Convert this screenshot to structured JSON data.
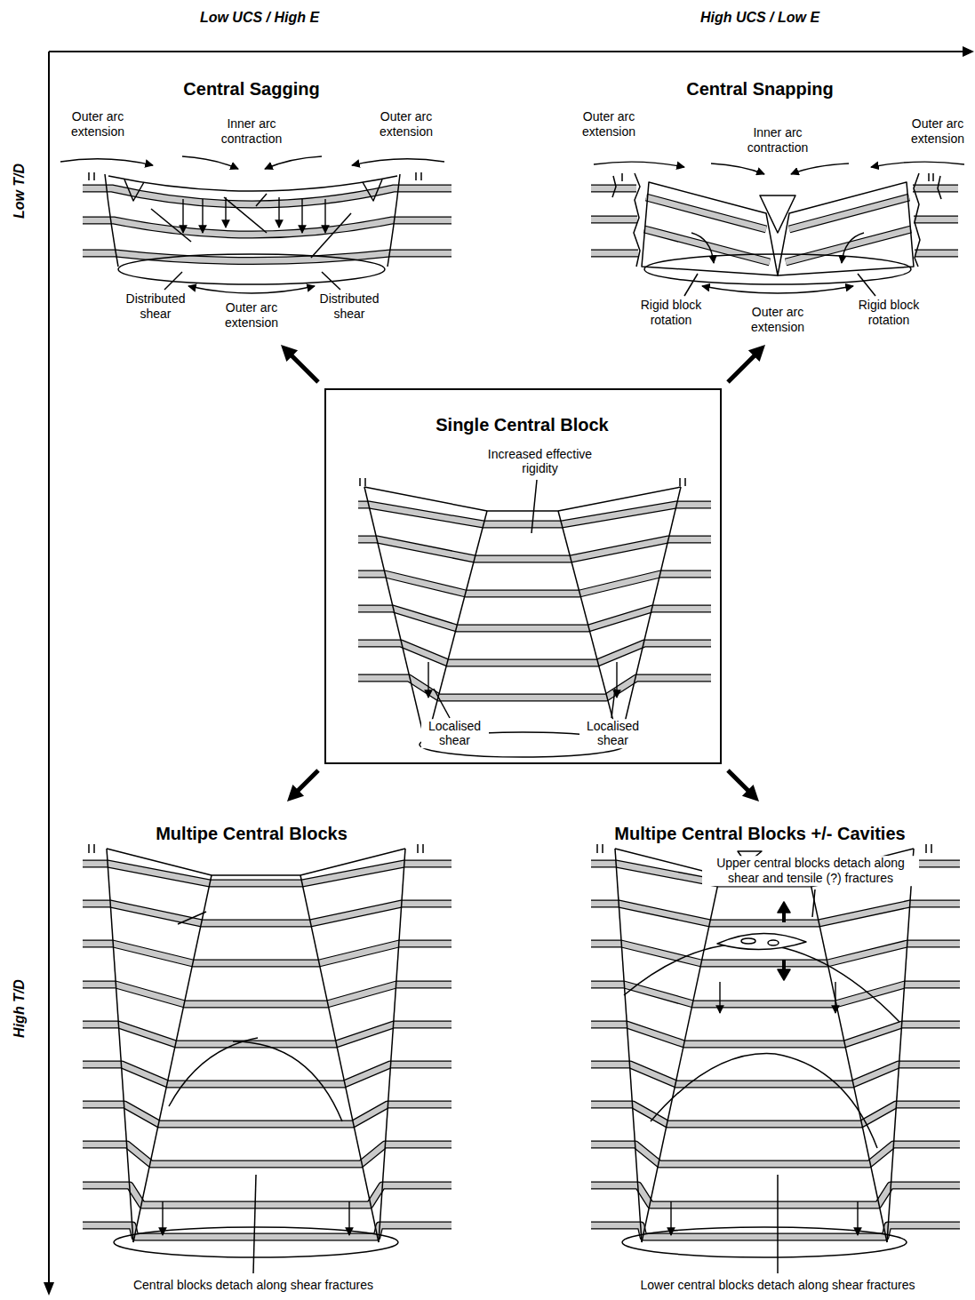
{
  "diagram": {
    "nodes": [
      {
        "text": [
          "Central Sagging",
          "Outer arc extension",
          "Inner arc contraction",
          "Outer arc extension",
          "Distributed shear",
          "Outer arc extension",
          "Distributed shear"
        ]
      },
      {
        "text": [
          "Central Snapping",
          "Outer arc extension",
          "Inner arc contraction",
          "Outer arc extension",
          "Rigid block rotation",
          "Outer arc extension",
          "Rigid block rotation"
        ]
      },
      {
        "text": [
          "Single Central Block",
          "Increased effective rigidity",
          "Localised shear",
          "Localised shear"
        ]
      },
      {
        "text": [
          "Multipe Central Blocks",
          "Central blocks detach along shear fractures"
        ]
      },
      {
        "text": [
          "Multipe Central Blocks +/- Cavities",
          "Upper central blocks detach along shear and tensile (?) fractures",
          "Lower central blocks detach along shear fractures"
        ]
      }
    ],
    "edges": [
      {
        "from": 2,
        "to": 0,
        "arrow": "to"
      },
      {
        "from": 2,
        "to": 1,
        "arrow": "to"
      },
      {
        "from": 2,
        "to": 3,
        "arrow": "to"
      },
      {
        "from": 2,
        "to": 4,
        "arrow": "to"
      }
    ],
    "labels": [
      "Low UCS / High E",
      "High UCS / Low E",
      "Low T/D",
      "High T/D"
    ]
  }
}
